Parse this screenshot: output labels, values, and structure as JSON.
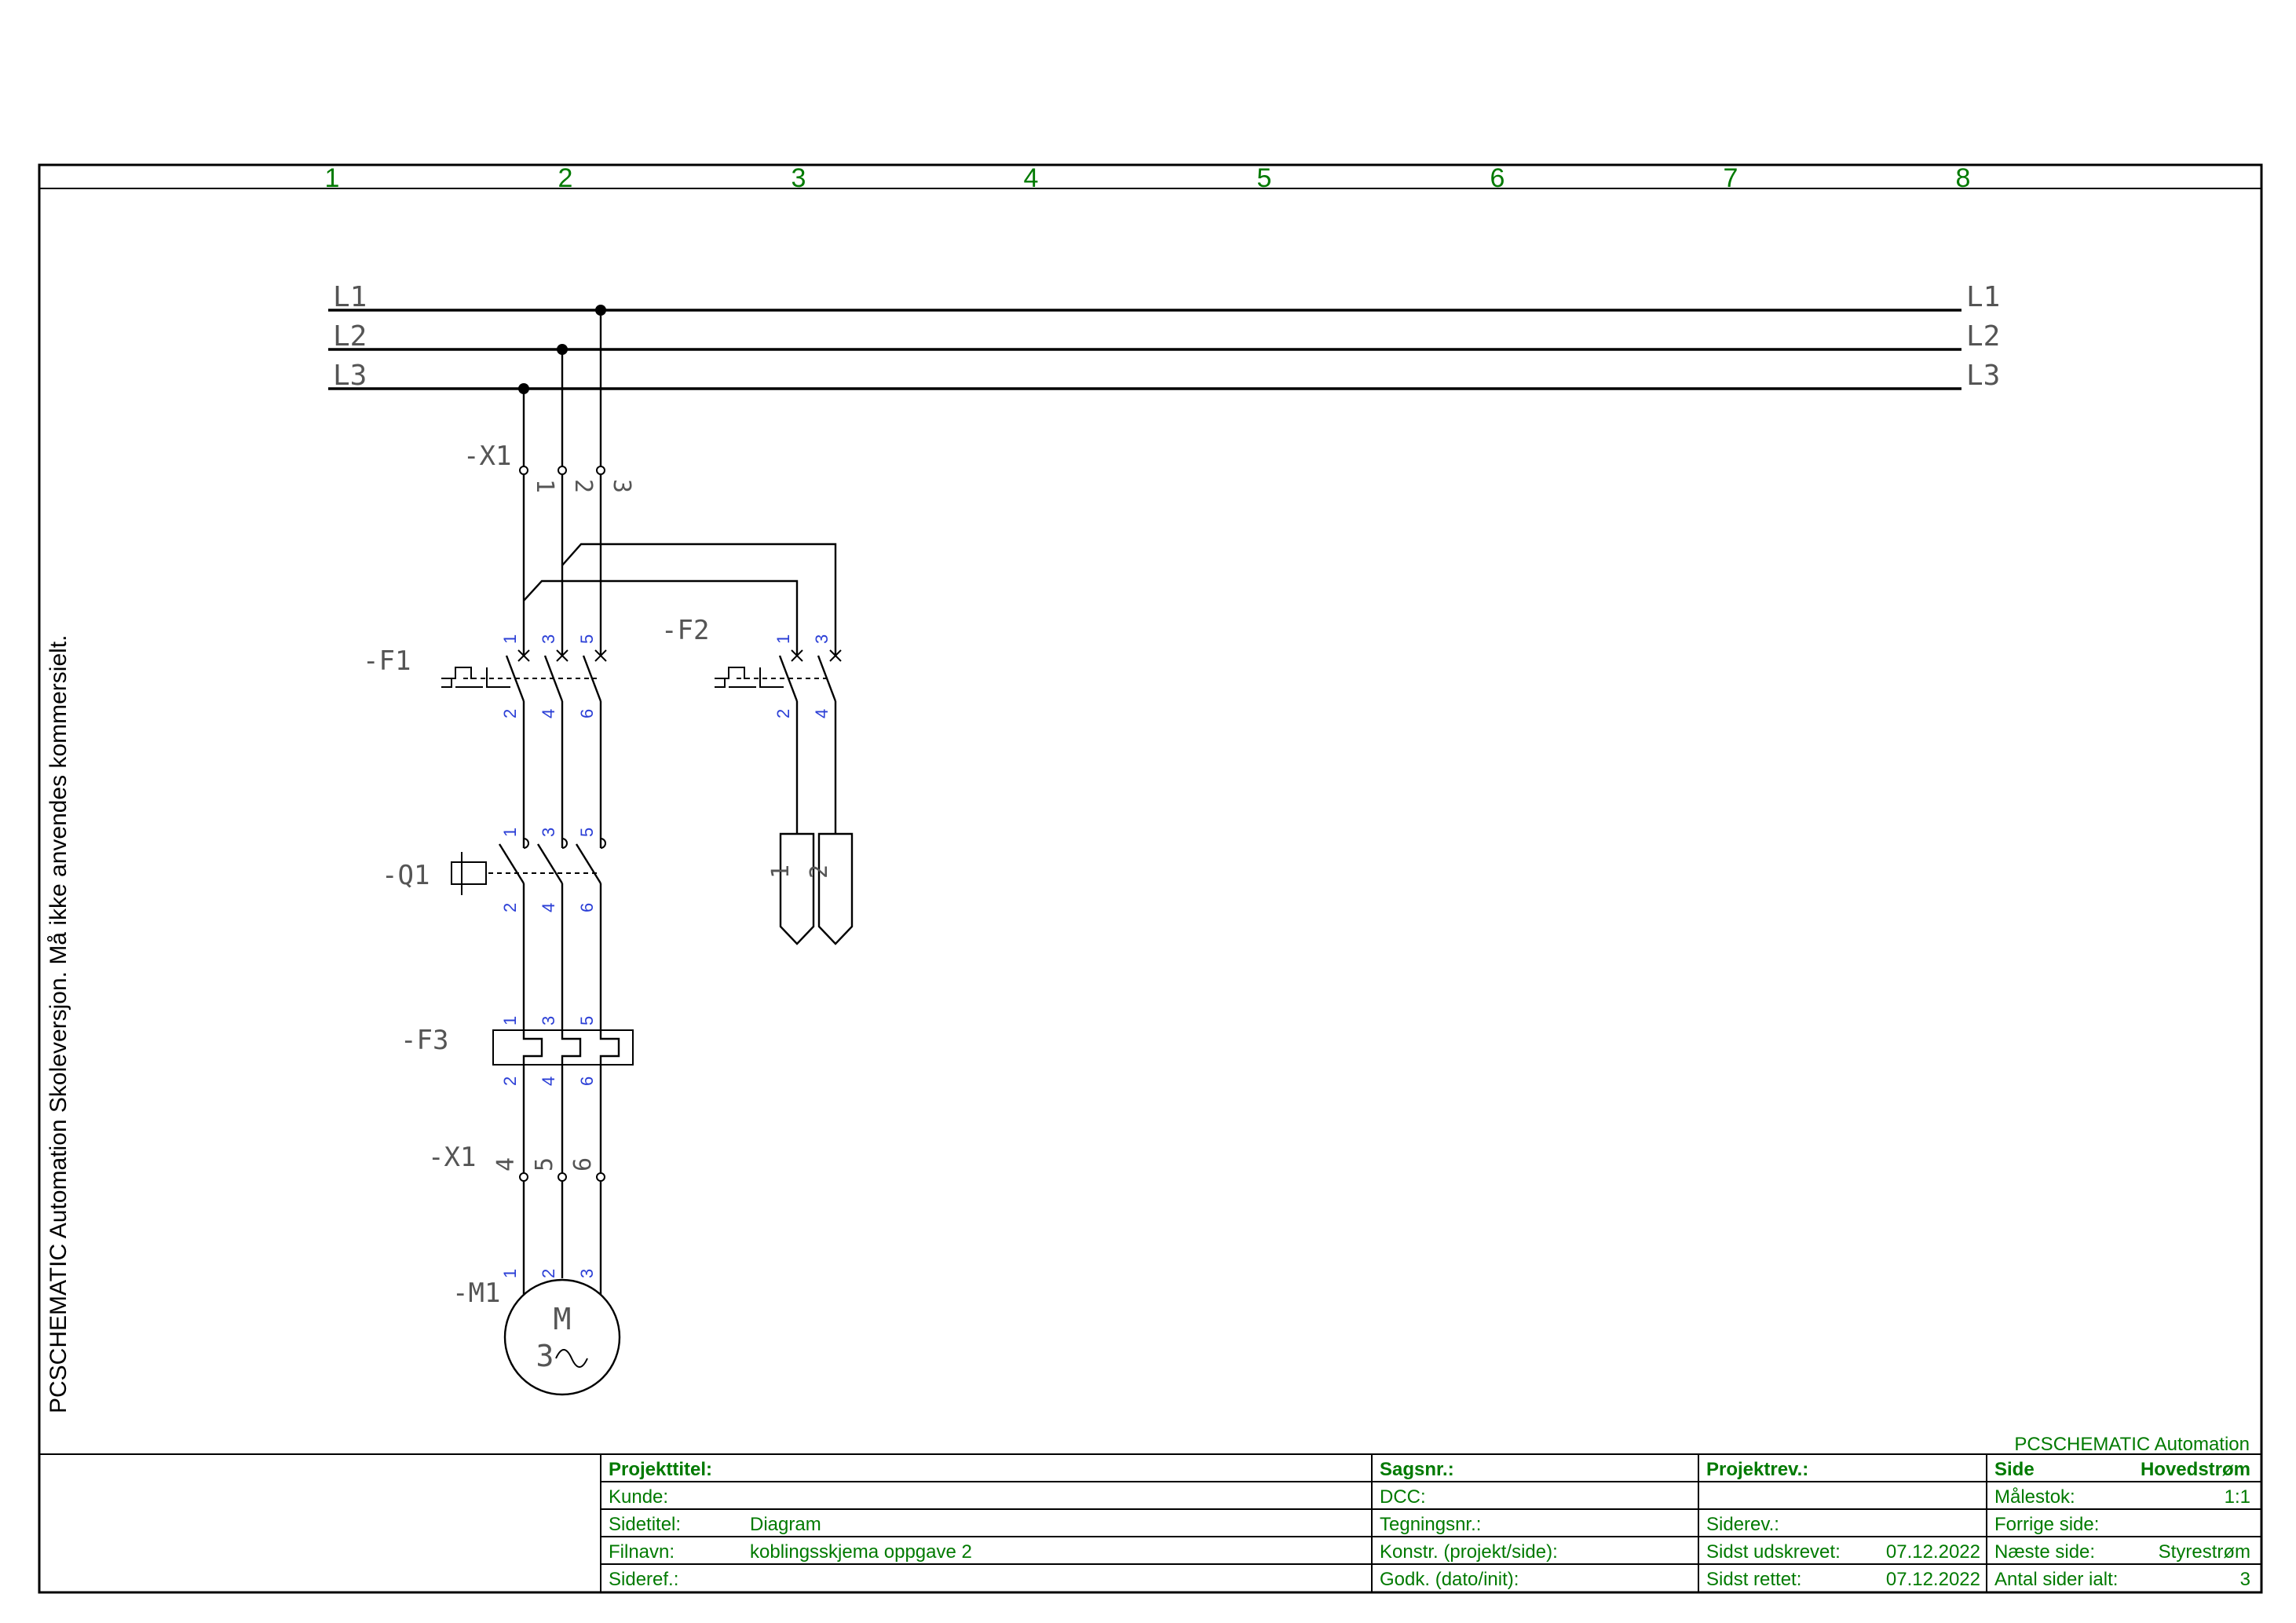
{
  "column_numbers": [
    "1",
    "2",
    "3",
    "4",
    "5",
    "6",
    "7",
    "8"
  ],
  "watermark": "PCSCHEMATIC Automation Skoleversjon. Må ikke anvendes kommersielt.",
  "bus_lines": {
    "left": [
      "L1",
      "L2",
      "L3"
    ],
    "right": [
      "L1",
      "L2",
      "L3"
    ]
  },
  "components": {
    "x1_top": {
      "tag": "-X1",
      "terminals": [
        "1",
        "2",
        "3"
      ]
    },
    "f1": {
      "tag": "-F1",
      "pins_top": [
        "1",
        "3",
        "5"
      ],
      "pins_bottom": [
        "2",
        "4",
        "6"
      ]
    },
    "f2": {
      "tag": "-F2",
      "pins_top": [
        "1",
        "3"
      ],
      "pins_bottom": [
        "2",
        "4"
      ]
    },
    "q1": {
      "tag": "-Q1",
      "pins_top": [
        "1",
        "3",
        "5"
      ],
      "pins_bottom": [
        "2",
        "4",
        "6"
      ]
    },
    "f3": {
      "tag": "-F3",
      "pins_top": [
        "1",
        "3",
        "5"
      ],
      "pins_bottom": [
        "2",
        "4",
        "6"
      ]
    },
    "x1_bottom": {
      "tag": "-X1",
      "terminals": [
        "4",
        "5",
        "6"
      ]
    },
    "m1": {
      "tag": "-M1",
      "pins": [
        "1",
        "2",
        "3"
      ],
      "symbol_top": "M",
      "symbol_bottom": "3"
    },
    "connectors": [
      "1",
      "2"
    ]
  },
  "title_block": {
    "company": "PCSCHEMATIC Automation",
    "projekttitel_label": "Projekttitel:",
    "kunde_label": "Kunde:",
    "sidetitel_label": "Sidetitel:",
    "sidetitel_value": "Diagram",
    "filnavn_label": "Filnavn:",
    "filnavn_value": "koblingsskjema oppgave 2",
    "sideref_label": "Sideref.:",
    "sagsnr_label": "Sagsnr.:",
    "dcc_label": "DCC:",
    "tegningsnr_label": "Tegningsnr.:",
    "konstr_label": "Konstr. (projekt/side):",
    "godk_label": "Godk. (dato/init):",
    "projektrev_label": "Projektrev.:",
    "siderev_label": "Siderev.:",
    "sidst_udskrevet_label": "Sidst udskrevet:",
    "sidst_udskrevet_value": "07.12.2022",
    "sidst_rettet_label": "Sidst rettet:",
    "sidst_rettet_value": "07.12.2022",
    "side_label": "Side",
    "side_value": "Hovedstrøm",
    "malestok_label": "Målestok:",
    "malestok_value": "1:1",
    "forrige_label": "Forrige side:",
    "naeste_label": "Næste side:",
    "naeste_value": "Styrestrøm",
    "antal_label": "Antal sider ialt:",
    "antal_value": "3"
  }
}
